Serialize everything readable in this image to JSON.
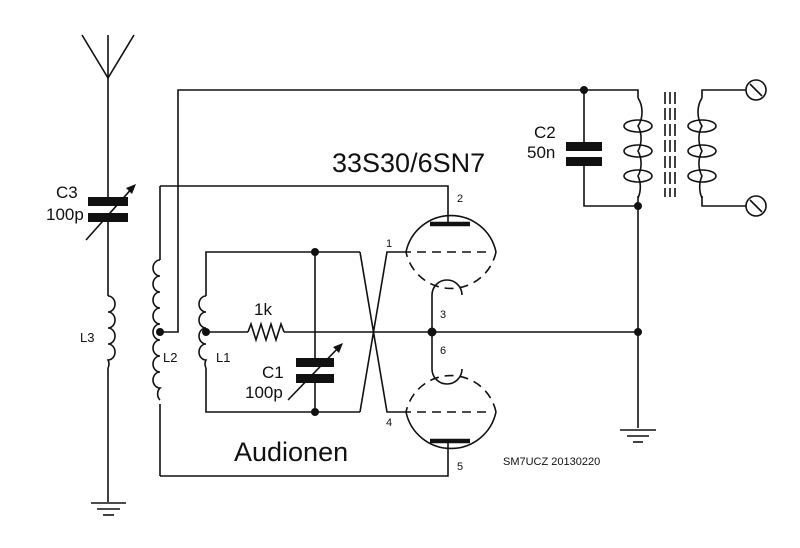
{
  "diagram": {
    "type": "schematic",
    "title": "Audionen",
    "tube_label": "33S30/6SN7",
    "credit": "SM7UCZ 20130220",
    "components": {
      "c1": {
        "name": "C1",
        "value": "100p",
        "kind": "variable-capacitor"
      },
      "c2": {
        "name": "C2",
        "value": "50n",
        "kind": "capacitor"
      },
      "c3": {
        "name": "C3",
        "value": "100p",
        "kind": "variable-capacitor"
      },
      "r1": {
        "value": "1k",
        "kind": "resistor"
      },
      "l1": {
        "name": "L1",
        "kind": "inductor-center-tap"
      },
      "l2": {
        "name": "L2",
        "kind": "inductor-center-tap"
      },
      "l3": {
        "name": "L3",
        "kind": "inductor"
      },
      "t1": {
        "kind": "iron-core-transformer"
      },
      "antenna": {
        "kind": "antenna"
      },
      "tube": {
        "kind": "double-triode"
      }
    },
    "pins": {
      "p1": "1",
      "p2": "2",
      "p3": "3",
      "p4": "4",
      "p5": "5",
      "p6": "6"
    },
    "terminals": [
      "headphone-terminal-top",
      "headphone-terminal-bottom"
    ],
    "grounds": [
      "ground-antenna",
      "ground-main"
    ]
  }
}
